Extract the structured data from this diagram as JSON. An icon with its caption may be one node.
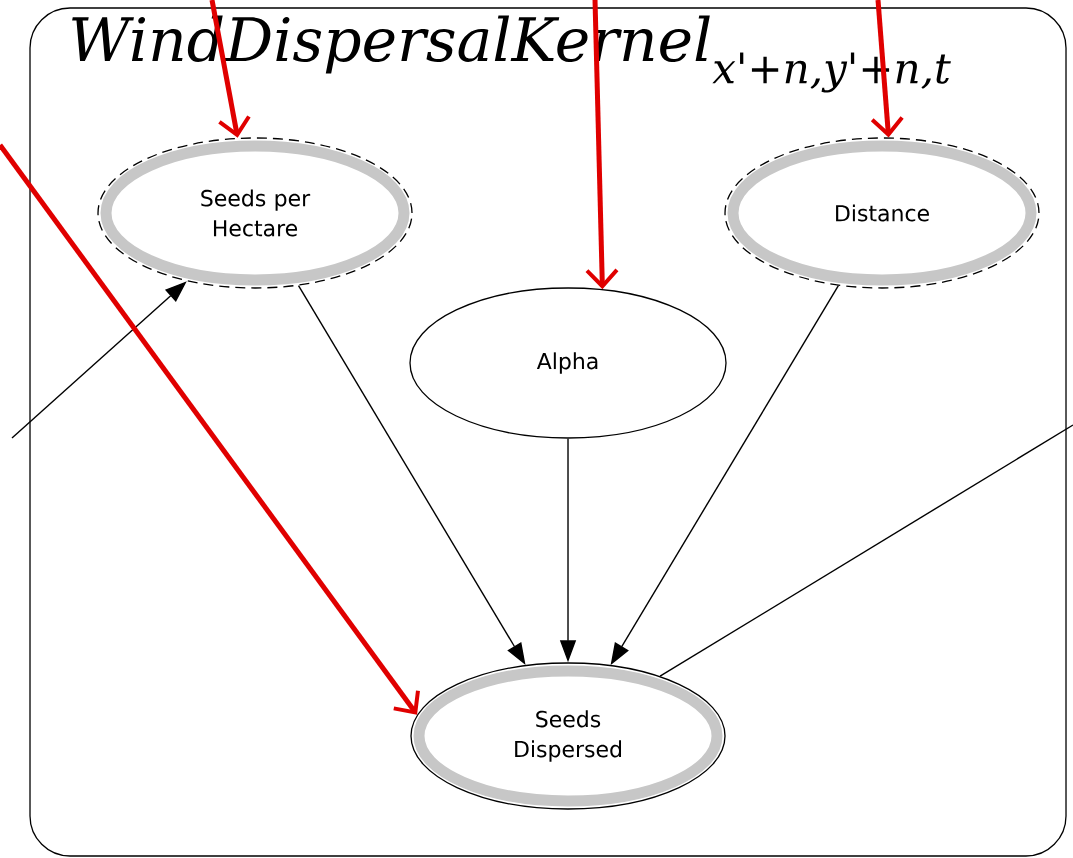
{
  "diagram": {
    "nodes": [
      {
        "text": [
          "WindDispersalKernel$_{x'+n,y'+n,t}$"
        ]
      },
      {
        "text": [
          "Seeds per Hectare"
        ],
        "in": 0
      },
      {
        "text": [
          "Alpha"
        ],
        "in": 0
      },
      {
        "text": [
          "Distance"
        ],
        "in": 0
      },
      {
        "text": [
          "Seeds Dispersed"
        ],
        "in": 0
      }
    ],
    "edges": [
      {
        "from": 1,
        "to": 4,
        "arrow": "to"
      },
      {
        "from": 2,
        "to": 4,
        "arrow": "to"
      },
      {
        "from": 3,
        "to": 4,
        "arrow": "to"
      },
      {
        "from": null,
        "to": 1,
        "arrow": "to"
      },
      {
        "from": null,
        "to": 4,
        "arrow": "none"
      },
      {
        "from": null,
        "to": 1,
        "arrow": "to",
        "style": "thick",
        "color": "#e00000"
      },
      {
        "from": null,
        "to": 2,
        "arrow": "to",
        "style": "thick",
        "color": "#e00000"
      },
      {
        "from": null,
        "to": 3,
        "arrow": "to",
        "style": "thick",
        "color": "#e00000"
      },
      {
        "from": null,
        "to": 4,
        "arrow": "to",
        "style": "thick",
        "color": "#e00000"
      }
    ]
  }
}
